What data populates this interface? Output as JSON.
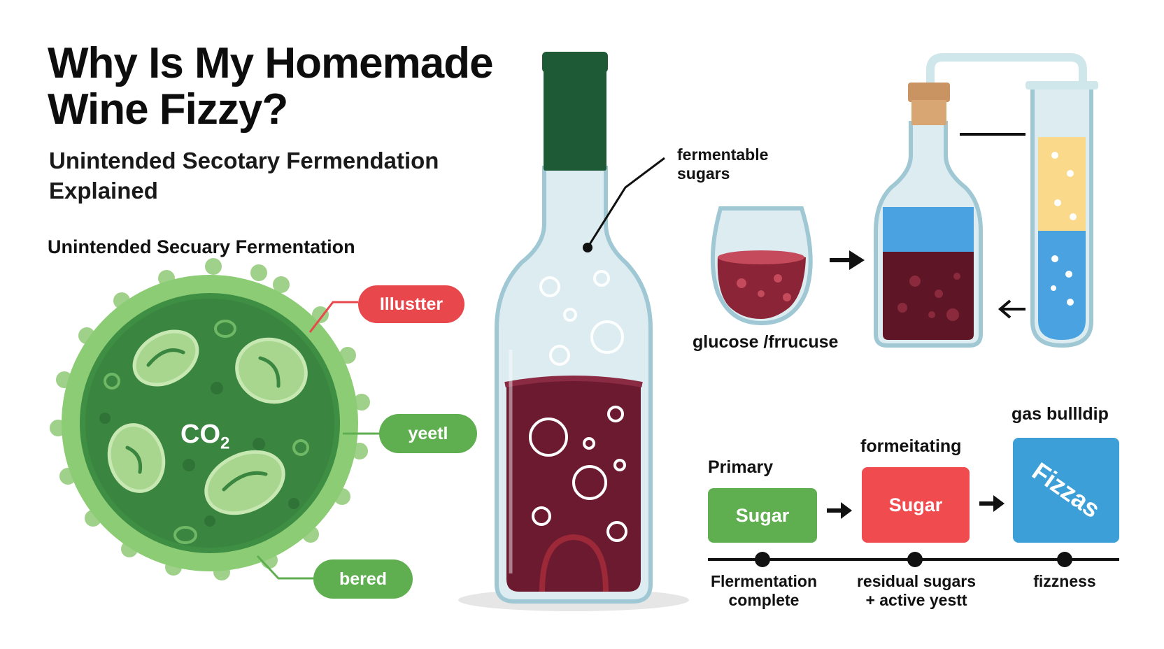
{
  "title": "Why Is My Homemade Wine Fizzy?",
  "subtitle": "Unintended Secotary Fermendation Explained",
  "section_label": "Unintended Secuary Fermentation",
  "yeast_cell": {
    "center_label_main": "CO",
    "center_label_sub": "2",
    "tags": [
      {
        "text": "Illustter",
        "color": "#e8474c"
      },
      {
        "text": "yeetl",
        "color": "#5faf50"
      },
      {
        "text": "bered",
        "color": "#5faf50"
      }
    ]
  },
  "bottle": {
    "callout": "fermentable sugars",
    "wine_color": "#6b1a2f",
    "glass_color": "#dcecf0"
  },
  "transfer": {
    "glass_label": "glucose /frrucuse"
  },
  "process": {
    "steps": [
      {
        "heading": "Primary",
        "box": "Sugar",
        "color": "#5faf50",
        "timeline": "Flermentation complete"
      },
      {
        "heading": "formeitating",
        "box": "Sugar",
        "color": "#f04b4e",
        "timeline": "residual sugars + active yestt"
      },
      {
        "heading": "gas bullldip",
        "box": "Fizzas",
        "color": "#3d9fd8",
        "timeline": "fizzness"
      }
    ]
  }
}
